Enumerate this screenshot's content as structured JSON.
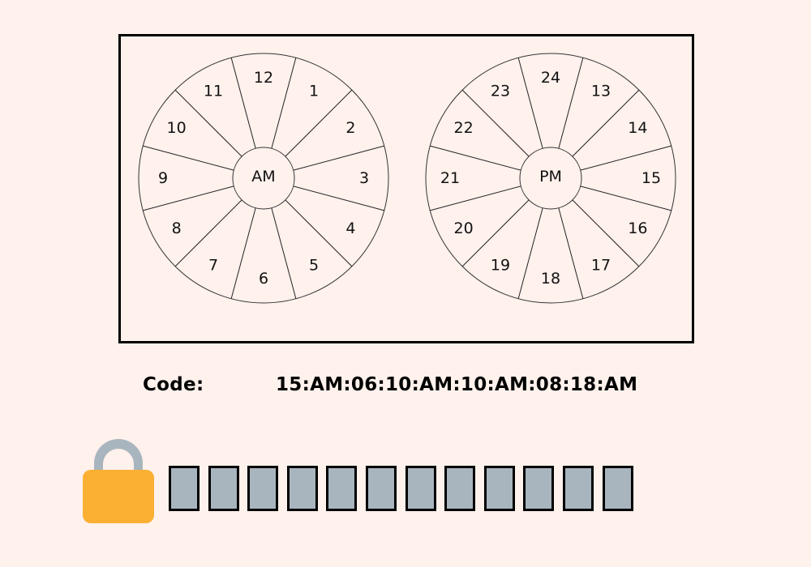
{
  "am_wheel": {
    "center_label": "AM",
    "numbers": [
      "12",
      "1",
      "2",
      "3",
      "4",
      "5",
      "6",
      "7",
      "8",
      "9",
      "10",
      "11"
    ]
  },
  "pm_wheel": {
    "center_label": "PM",
    "numbers": [
      "24",
      "13",
      "14",
      "15",
      "16",
      "17",
      "18",
      "19",
      "20",
      "21",
      "22",
      "23"
    ]
  },
  "code": {
    "label": "Code:",
    "value": "15:AM:06:10:AM:10:AM:08:18:AM"
  },
  "lock": {
    "icon": "padlock-icon",
    "body_color": "#fbb034",
    "shackle_color": "#a9b5be"
  },
  "slots": {
    "count": 12,
    "filled": [
      "",
      "",
      "",
      "",
      "",
      "",
      "",
      "",
      "",
      "",
      "",
      ""
    ],
    "fill_color": "#a9b5be"
  }
}
